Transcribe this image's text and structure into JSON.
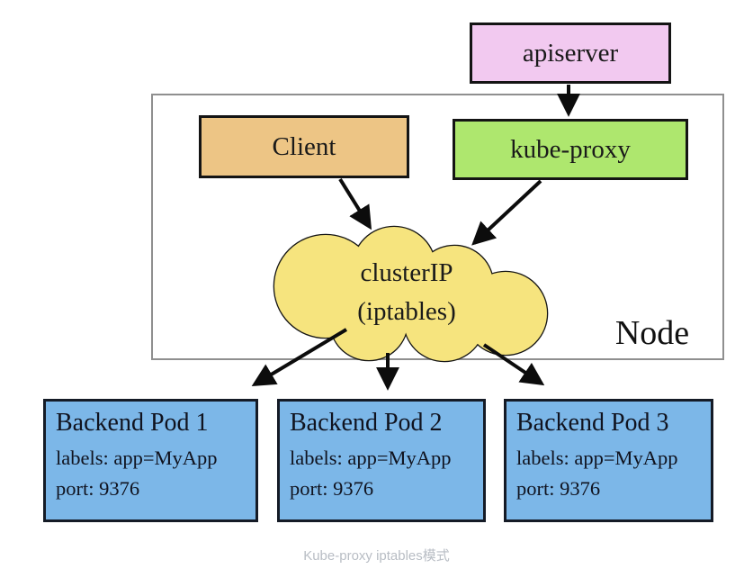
{
  "diagram": {
    "caption": "Kube-proxy iptables模式",
    "apiserver": {
      "label": "apiserver"
    },
    "client": {
      "label": "Client"
    },
    "kube_proxy": {
      "label": "kube-proxy"
    },
    "cluster_ip": {
      "line1": "clusterIP",
      "line2": "(iptables)"
    },
    "node": {
      "label": "Node"
    },
    "pods": [
      {
        "title": "Backend Pod 1",
        "labels": "labels: app=MyApp",
        "port": "port: 9376"
      },
      {
        "title": "Backend Pod 2",
        "labels": "labels: app=MyApp",
        "port": "port: 9376"
      },
      {
        "title": "Backend Pod 3",
        "labels": "labels: app=MyApp",
        "port": "port: 9376"
      }
    ],
    "edges": [
      {
        "from": "apiserver",
        "to": "kube-proxy"
      },
      {
        "from": "Client",
        "to": "clusterIP (iptables)"
      },
      {
        "from": "kube-proxy",
        "to": "clusterIP (iptables)"
      },
      {
        "from": "clusterIP (iptables)",
        "to": "Backend Pod 1"
      },
      {
        "from": "clusterIP (iptables)",
        "to": "Backend Pod 2"
      },
      {
        "from": "clusterIP (iptables)",
        "to": "Backend Pod 3"
      }
    ],
    "colors": {
      "apiserver_fill": "#f2c9f0",
      "client_fill": "#edc585",
      "kube_proxy_fill": "#aee76e",
      "cluster_ip_fill": "#f6e47e",
      "pod_fill": "#7cb7e8",
      "node_border": "#8f8f8f",
      "box_border": "#141414",
      "arrow_color": "#0c0c0c",
      "caption_color": "#b8bdc4"
    }
  }
}
